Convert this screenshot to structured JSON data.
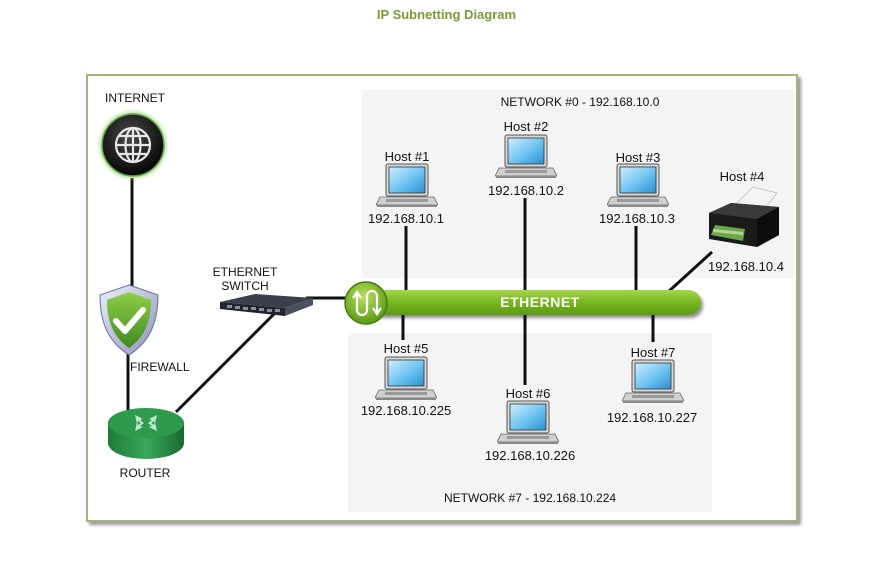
{
  "title": "IP Subnetting Diagram",
  "colors": {
    "title": "#7a9a36",
    "frame_border": "#a3b57a",
    "ethernet_bus": "#74b21e",
    "network_zone": "#f4f4f4"
  },
  "devices": {
    "internet": {
      "label": "INTERNET",
      "icon": "globe-icon"
    },
    "firewall": {
      "label": "FIREWALL",
      "icon": "shield-check-icon"
    },
    "router": {
      "label": "ROUTER",
      "icon": "router-icon"
    },
    "switch": {
      "label_line1": "ETHERNET",
      "label_line2": "SWITCH",
      "icon": "switch-icon"
    },
    "ethernet": {
      "label": "ETHERNET",
      "icon": "ethernet-bus-icon"
    }
  },
  "networks": [
    {
      "label": "NETWORK #0 - 192.168.10.0"
    },
    {
      "label": "NETWORK #7 - 192.168.10.224"
    }
  ],
  "hosts": [
    {
      "name": "Host #1",
      "ip": "192.168.10.1",
      "type": "laptop"
    },
    {
      "name": "Host #2",
      "ip": "192.168.10.2",
      "type": "laptop"
    },
    {
      "name": "Host #3",
      "ip": "192.168.10.3",
      "type": "laptop"
    },
    {
      "name": "Host #4",
      "ip": "192.168.10.4",
      "type": "printer"
    },
    {
      "name": "Host #5",
      "ip": "192.168.10.225",
      "type": "laptop"
    },
    {
      "name": "Host #6",
      "ip": "192.168.10.226",
      "type": "laptop"
    },
    {
      "name": "Host #7",
      "ip": "192.168.10.227",
      "type": "laptop"
    }
  ]
}
